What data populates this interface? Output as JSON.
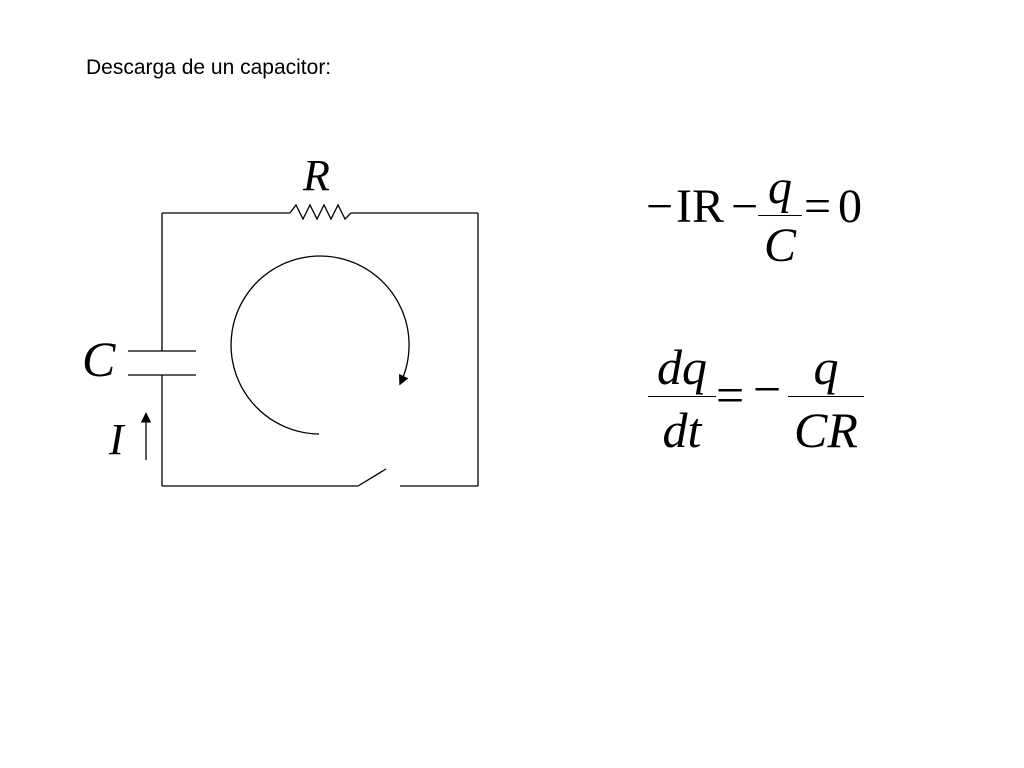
{
  "title": "Descarga de un capacitor:",
  "circuit": {
    "resistor_label": "R",
    "capacitor_label": "C",
    "current_label": "I"
  },
  "equations": {
    "eq1": {
      "lhs_minus": "−",
      "lhs_term": "IR",
      "minus": "−",
      "frac_num": "q",
      "frac_den": "C",
      "equals": "=",
      "rhs": "0"
    },
    "eq2": {
      "frac1_num": "dq",
      "frac1_den": "dt",
      "equals": "=",
      "minus": "−",
      "frac2_num": "q",
      "frac2_den": "CR"
    }
  }
}
